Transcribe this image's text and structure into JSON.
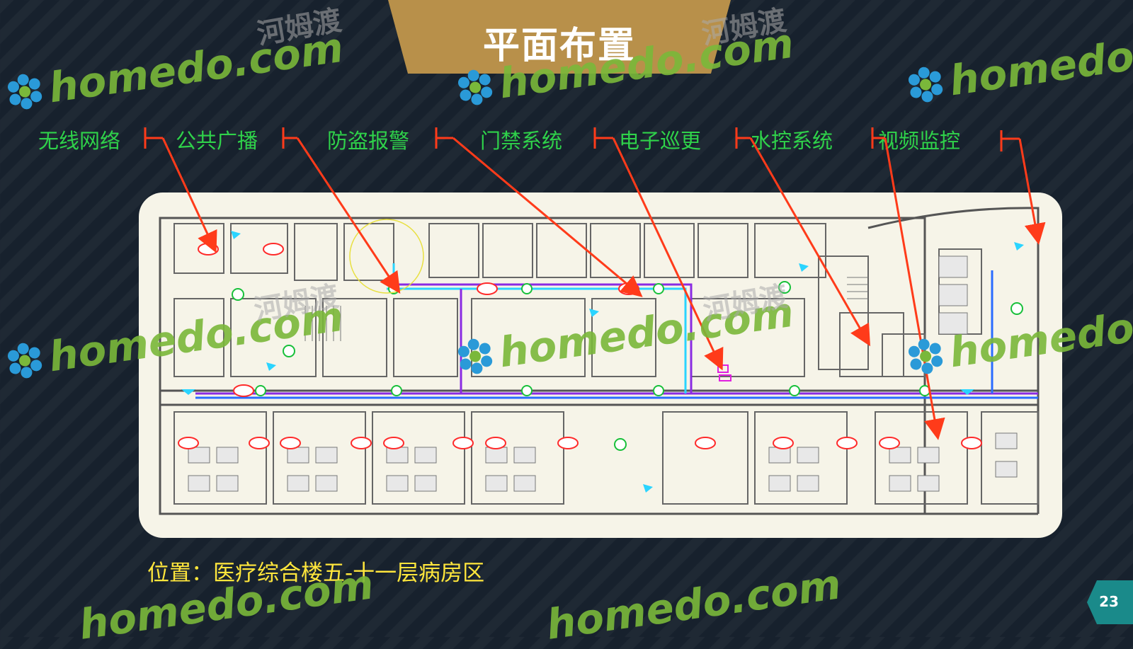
{
  "title": "平面布置",
  "systems": [
    {
      "label": "无线网络"
    },
    {
      "label": "公共广播"
    },
    {
      "label": "防盗报警"
    },
    {
      "label": "门禁系统"
    },
    {
      "label": "电子巡更"
    },
    {
      "label": "水控系统"
    },
    {
      "label": "视频监控"
    }
  ],
  "location": "位置：医疗综合楼五-十一层病房区",
  "page_number": "23",
  "watermark": {
    "text": "homedo.com",
    "cn_text": "河姆渡"
  },
  "colors": {
    "accent_gold": "#b8904a",
    "label_green": "#2fd24a",
    "arrow_red": "#ff3b1a",
    "location_yellow": "#ffe63c",
    "page_teal": "#1a8a8a"
  }
}
